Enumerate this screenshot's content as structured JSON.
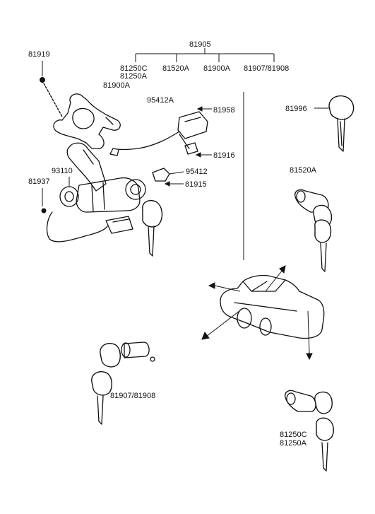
{
  "labels": {
    "main_assembly": "81905",
    "variant_1": "81250C",
    "variant_1b": "81250A",
    "variant_2": "81520A",
    "variant_3": "81900A",
    "variant_3b": "81900A",
    "variant_4": "81907/81908",
    "screw": "81919",
    "switch_1": "95412A",
    "bolt_1": "81958",
    "bolt_2": "81916",
    "switch_2": "95412",
    "bolt_3": "81915",
    "ring": "93110",
    "screw_2": "81937",
    "key_blank": "81996",
    "lock_set_1": "81520A",
    "lock_set_2": "81907/81908",
    "lock_set_3a": "81250C",
    "lock_set_3b": "81250A"
  }
}
